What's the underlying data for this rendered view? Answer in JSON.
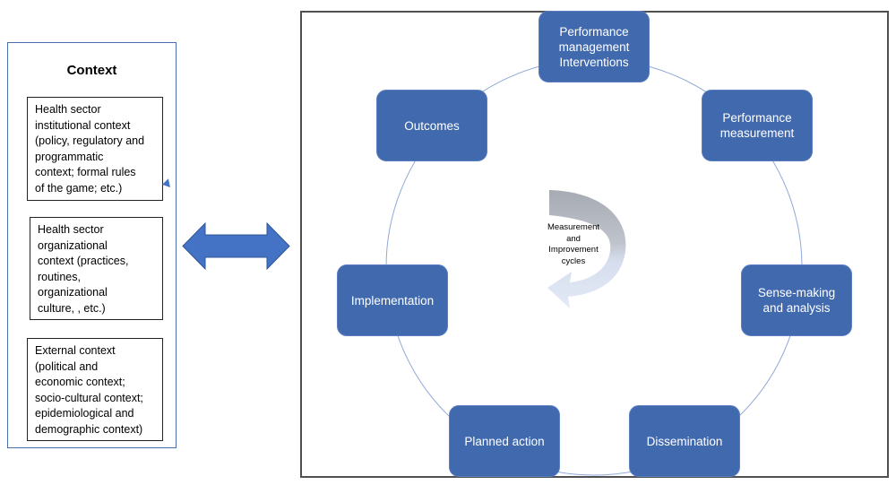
{
  "context": {
    "title": "Context",
    "boxes": [
      {
        "text": "Health sector\ninstitutional context\n(policy, regulatory and\nprogrammatic\ncontext; formal rules\nof the game; etc.)"
      },
      {
        "text": "Health sector\norganizational\ncontext (practices,\nroutines,\norganizational\nculture, , etc.)"
      },
      {
        "text": "External context\n(political and\neconomic context;\nsocio-cultural context;\nepidemiological and\ndemographic context)"
      }
    ]
  },
  "connector": {
    "icon": "double-headed-arrow-icon",
    "color": "#4472c4"
  },
  "cycle": {
    "center_label": "Measurement\nand\nImprovement\ncycles",
    "node_color": "#4169ae",
    "ring_color": "#8fa8d8",
    "nodes": [
      {
        "id": "performance-management-interventions",
        "label": "Performance\nmanagement\nInterventions"
      },
      {
        "id": "performance-measurement",
        "label": "Performance\nmeasurement"
      },
      {
        "id": "sense-making-and-analysis",
        "label": "Sense-making\nand analysis"
      },
      {
        "id": "dissemination",
        "label": "Dissemination"
      },
      {
        "id": "planned-action",
        "label": "Planned action"
      },
      {
        "id": "implementation",
        "label": "Implementation"
      },
      {
        "id": "outcomes",
        "label": "Outcomes"
      }
    ]
  }
}
